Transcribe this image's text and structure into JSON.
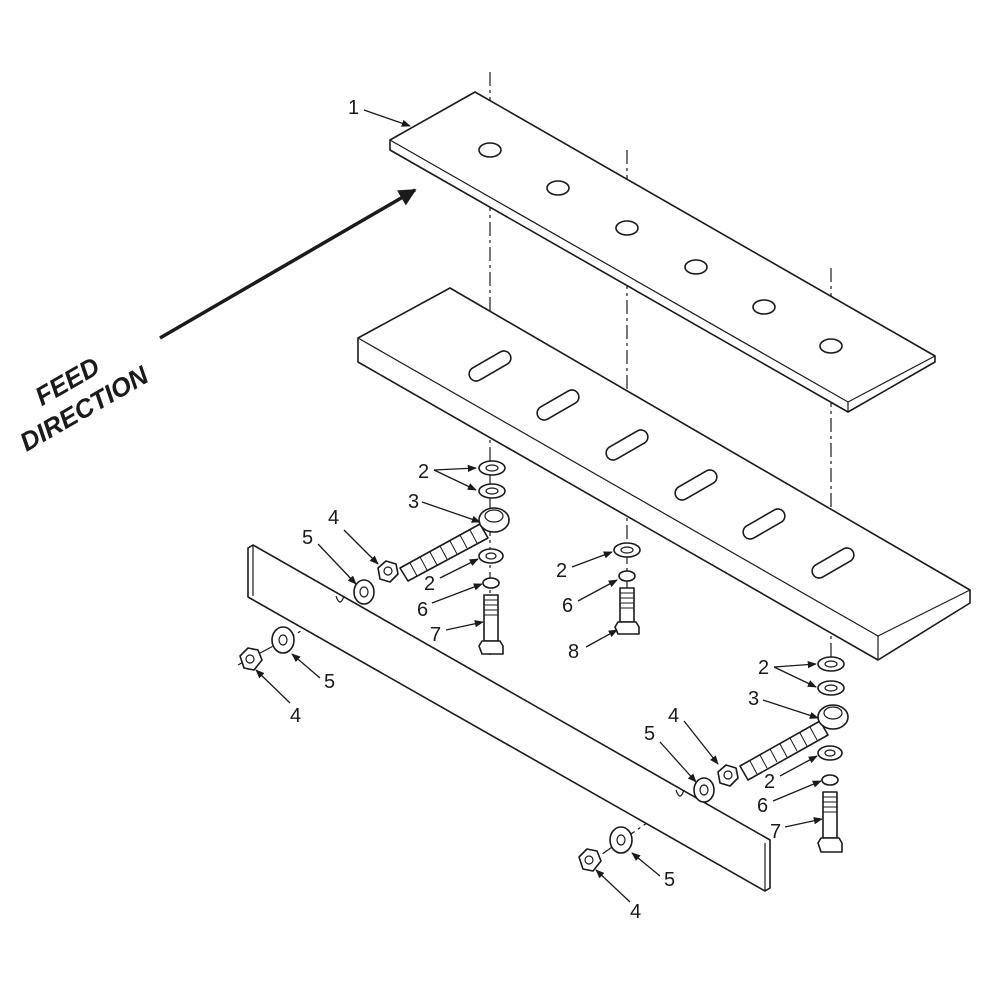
{
  "feed": {
    "line1": "FEED",
    "line2": "DIRECTION"
  },
  "callouts": {
    "c1": "1",
    "c2": "2",
    "c3": "3",
    "c4": "4",
    "c5": "5",
    "c6": "6",
    "c7": "7",
    "c8": "8"
  },
  "colors": {
    "line": "#1a1a1a",
    "paper": "#ffffff"
  }
}
